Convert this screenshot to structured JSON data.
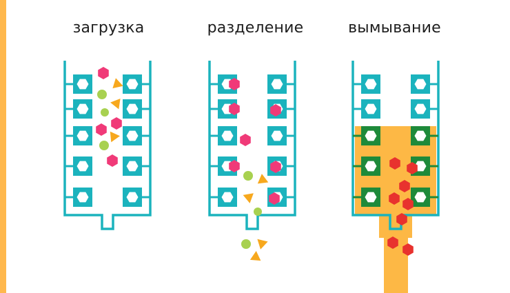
{
  "labels": {
    "loading": "загрузка",
    "separation": "разделение",
    "elution": "вымывание"
  },
  "colors": {
    "side_bar": "#FFB84D",
    "column": "#1BB3BD",
    "column_bound": "#1E8A3A",
    "eluent": "#FDB845",
    "target_molecule": "#F03A78",
    "target_eluted": "#E8322E",
    "impurity_sphere": "#A8D150",
    "impurity_triangle": "#F7A81E"
  },
  "stages": [
    {
      "name": "loading",
      "particles": "mixed"
    },
    {
      "name": "separation",
      "particles": "target bound, impurities flowing out"
    },
    {
      "name": "elution",
      "particles": "target released"
    }
  ]
}
